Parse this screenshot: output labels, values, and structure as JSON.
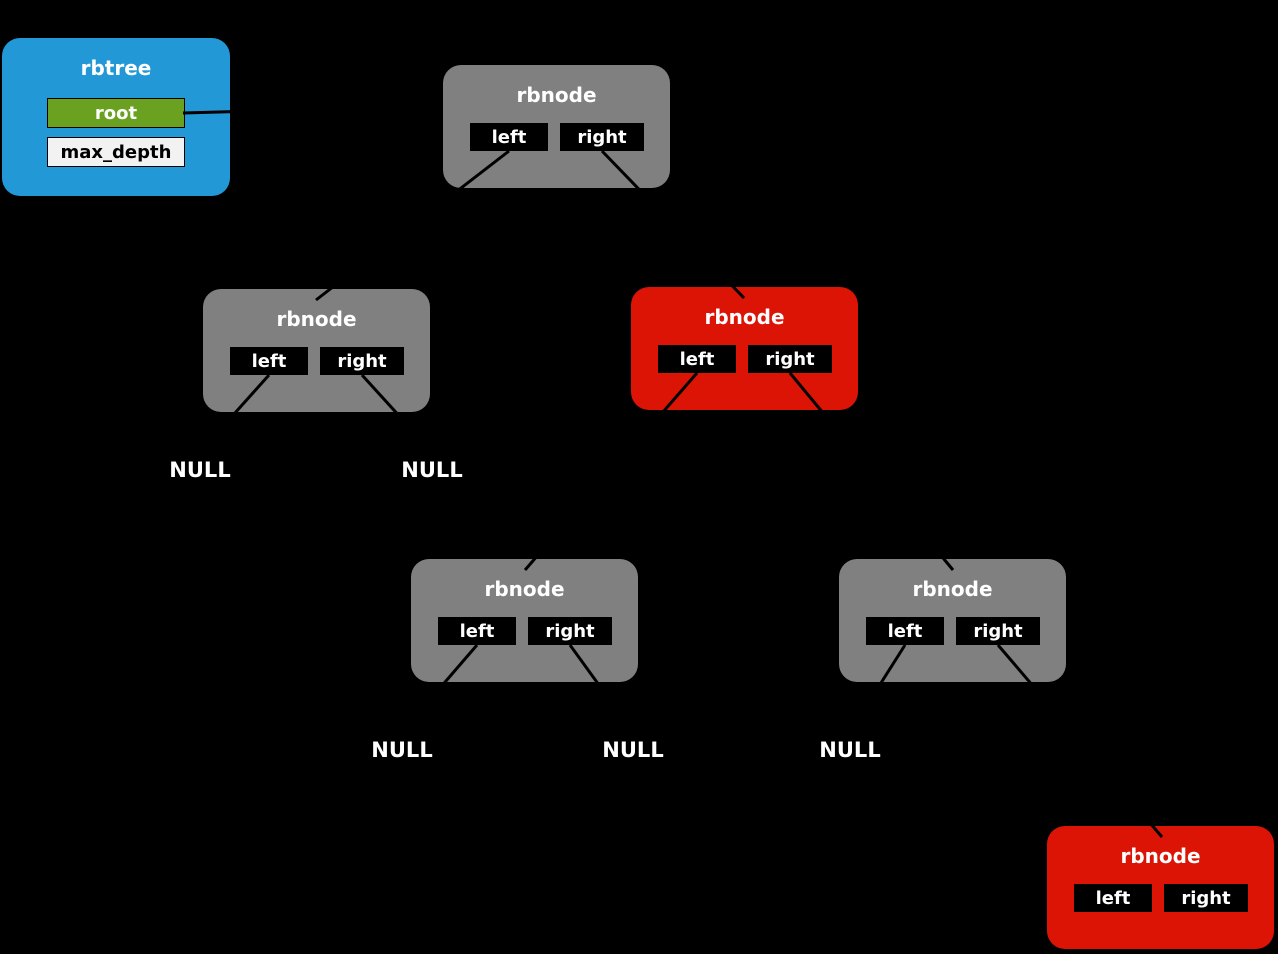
{
  "canvas": {
    "background": "#000000"
  },
  "colors": {
    "tree_fill": "#2398d6",
    "node_gray": "#808080",
    "node_red": "#dc1405",
    "slot_fill": "#000000",
    "root_field_fill": "#6aa121",
    "max_depth_field_fill": "#f2f2f2",
    "edge_color": "#000000",
    "text_light": "#ffffff",
    "text_dark": "#000000"
  },
  "tree_box": {
    "title": "rbtree",
    "root_label": "root",
    "max_depth_label": "max_depth"
  },
  "nodes": [
    {
      "title": "rbnode",
      "left": "left",
      "right": "right",
      "color": "#808080",
      "role": "root-node"
    },
    {
      "title": "rbnode",
      "left": "left",
      "right": "right",
      "color": "#808080",
      "role": "level2-left"
    },
    {
      "title": "rbnode",
      "left": "left",
      "right": "right",
      "color": "#dc1405",
      "role": "level2-right"
    },
    {
      "title": "rbnode",
      "left": "left",
      "right": "right",
      "color": "#808080",
      "role": "level3-left"
    },
    {
      "title": "rbnode",
      "left": "left",
      "right": "right",
      "color": "#808080",
      "role": "level3-right"
    },
    {
      "title": "rbnode",
      "left": "left",
      "right": "right",
      "color": "#dc1405",
      "role": "level4-right"
    }
  ],
  "nulls": [
    {
      "label": "NULL"
    },
    {
      "label": "NULL"
    },
    {
      "label": "NULL"
    },
    {
      "label": "NULL"
    },
    {
      "label": "NULL"
    }
  ],
  "edges": [
    {
      "from": "rbtree.root",
      "to": "node0"
    },
    {
      "from": "node0.left",
      "to": "node1"
    },
    {
      "from": "node0.right",
      "to": "node2"
    },
    {
      "from": "node1.left",
      "to": "null0"
    },
    {
      "from": "node1.right",
      "to": "null1"
    },
    {
      "from": "node2.left",
      "to": "node3"
    },
    {
      "from": "node2.right",
      "to": "node4"
    },
    {
      "from": "node3.left",
      "to": "null2"
    },
    {
      "from": "node3.right",
      "to": "null3"
    },
    {
      "from": "node4.left",
      "to": "null4"
    },
    {
      "from": "node4.right",
      "to": "node5"
    }
  ]
}
